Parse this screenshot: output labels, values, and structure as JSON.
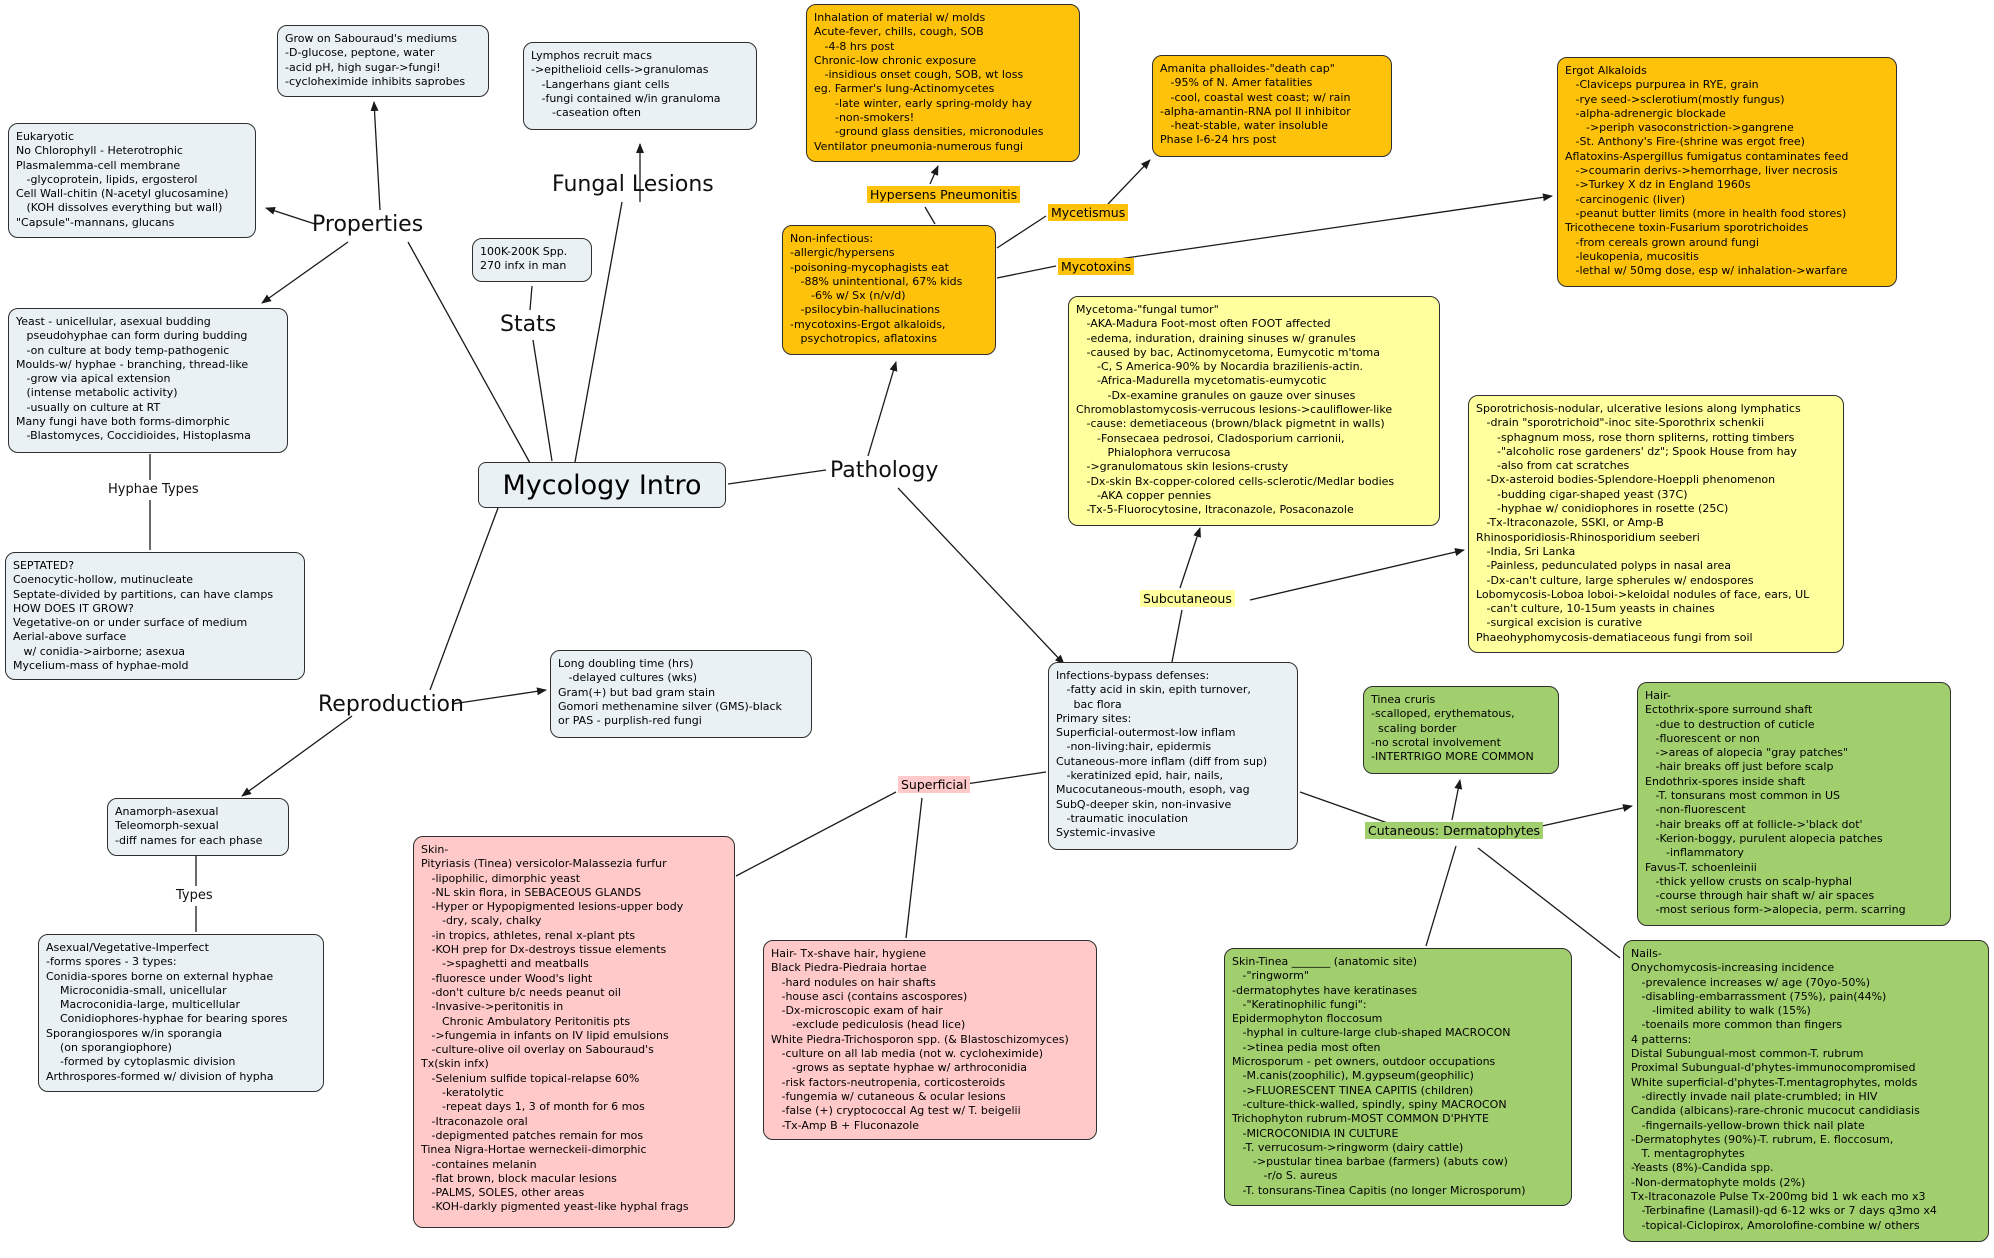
{
  "title": "Mycology Intro",
  "colors": {
    "node_default": "#e9f1f5",
    "toxic_orange": "#ffc20a",
    "subcutaneous_yellow": "#ffff9e",
    "cutaneous_green": "#a2cf6e",
    "superficial_pink": "#ffc9c9",
    "line": "#1a1a1a"
  },
  "labels": {
    "properties": "Properties",
    "fungal_lesions": "Fungal Lesions",
    "stats": "Stats",
    "pathology": "Pathology",
    "reproduction": "Reproduction",
    "hyphae_types": "Hyphae Types",
    "types": "Types",
    "hypersens": "Hypersens Pneumonitis",
    "mycetismus": "Mycetismus",
    "mycotoxins": "Mycotoxins",
    "subcutaneous": "Subcutaneous",
    "superficial": "Superficial",
    "cutaneous": "Cutaneous: Dermatophytes"
  },
  "nodes": {
    "sabourauds": "Grow on Sabouraud's mediums\n-D-glucose, peptone, water\n-acid pH, high sugar->fungi!\n-cycloheximide inhibits saprobes",
    "lymphos": "Lymphos recruit macs\n->epithelioid cells->granulomas\n   -Langerhans giant cells\n   -fungi contained w/in granuloma\n      -caseation often",
    "eukaryotic": "Eukaryotic\nNo Chlorophyll - Heterotrophic\nPlasmalemma-cell membrane\n   -glycoprotein, lipids, ergosterol\nCell Wall-chitin (N-acetyl glucosamine)\n   (KOH dissolves everything but wall)\n\"Capsule\"-mannans, glucans",
    "yeast": "Yeast - unicellular, asexual budding\n   pseudohyphae can form during budding\n   -on culture at body temp-pathogenic\nMoulds-w/ hyphae - branching, thread-like\n   -grow via apical extension\n   (intense metabolic activity)\n   -usually on culture at RT\nMany fungi have both forms-dimorphic\n   -Blastomyces, Coccidioides, Histoplasma",
    "septated": "SEPTATED?\nCoenocytic-hollow, mutinucleate\nSeptate-divided by partitions, can have clamps\nHOW DOES IT GROW?\nVegetative-on or under surface of medium\nAerial-above surface\n   w/ conidia->airborne; asexua\nMycelium-mass of hyphae-mold",
    "stats_box": "100K-200K Spp.\n270 infx in man",
    "inhalation": "Inhalation of material w/ molds\nAcute-fever, chills, cough, SOB\n   -4-8 hrs post\nChronic-low chronic exposure\n   -insidious onset cough, SOB, wt loss\neg. Farmer's lung-Actinomycetes\n      -late winter, early spring-moldy hay\n      -non-smokers!\n      -ground glass densities, micronodules\nVentilator pneumonia-numerous fungi",
    "noninfectious": "Non-infectious:\n-allergic/hypersens\n-poisoning-mycophagists eat\n   -88% unintentional, 67% kids\n      -6% w/ Sx (n/v/d)\n   -psilocybin-hallucinations\n-mycotoxins-Ergot alkaloids,\n   psychotropics, aflatoxins",
    "amanita": "Amanita phalloides-\"death cap\"\n   -95% of N. Amer fatalities\n   -cool, coastal west coast; w/ rain\n-alpha-amantin-RNA pol II inhibitor\n   -heat-stable, water insoluble\nPhase I-6-24 hrs post",
    "ergot": "Ergot Alkaloids\n   -Claviceps purpurea in RYE, grain\n   -rye seed->sclerotium(mostly fungus)\n   -alpha-adrenergic blockade\n      ->periph vasoconstriction->gangrene\n   -St. Anthony's Fire-(shrine was ergot free)\nAflatoxins-Aspergillus fumigatus contaminates feed\n   ->coumarin derivs->hemorrhage, liver necrosis\n   ->Turkey X dz in England 1960s\n   -carcinogenic (liver)\n   -peanut butter limits (more in health food stores)\nTricothecene toxin-Fusarium sporotrichoides\n   -from cereals grown around fungi\n   -leukopenia, mucositis\n   -lethal w/ 50mg dose, esp w/ inhalation->warfare",
    "mycetoma": "Mycetoma-\"fungal tumor\"\n   -AKA-Madura Foot-most often FOOT affected\n   -edema, induration, draining sinuses w/ granules\n   -caused by bac, Actinomycetoma, Eumycotic m'toma\n      -C, S America-90% by Nocardia brazilienis-actin.\n      -Africa-Madurella mycetomatis-eumycotic\n         -Dx-examine granules on gauze over sinuses\nChromoblastomycosis-verrucous lesions->cauliflower-like\n   -cause: demetiaceous (brown/black pigmetnt in walls)\n      -Fonsecaea pedrosoi, Cladosporium carrionii,\n         Phialophora verrucosa\n   ->granulomatous skin lesions-crusty\n   -Dx-skin Bx-copper-colored cells-sclerotic/Medlar bodies\n      -AKA copper pennies\n   -Tx-5-Fluorocytosine, Itraconazole, Posaconazole",
    "sporotrichosis": "Sporotrichosis-nodular, ulcerative lesions along lymphatics\n   -drain \"sporotrichoid\"-inoc site-Sporothrix schenkii\n      -sphagnum moss, rose thorn spliterns, rotting timbers\n      -\"alcoholic rose gardeners' dz\"; Spook House from hay\n      -also from cat scratches\n   -Dx-asteroid bodies-Splendore-Hoeppli phenomenon\n      -budding cigar-shaped yeast (37C)\n      -hyphae w/ conidiophores in rosette (25C)\n   -Tx-Itraconazole, SSKI, or Amp-B\nRhinosporidiosis-Rhinosporidium seeberi\n   -India, Sri Lanka\n   -Painless, pedunculated polyps in nasal area\n   -Dx-can't culture, large spherules w/ endospores\nLobomycosis-Loboa loboi->keloidal nodules of face, ears, UL\n   -can't culture, 10-15um yeasts in chaines\n   -surgical excision is curative\nPhaeohyphomycosis-dematiaceous fungi from soil",
    "doubling": "Long doubling time (hrs)\n   -delayed cultures (wks)\nGram(+) but bad gram stain\nGomori methenamine silver (GMS)-black\nor PAS - purplish-red fungi",
    "infections": "Infections-bypass defenses:\n   -fatty acid in skin, epith turnover,\n     bac flora\nPrimary sites:\nSuperficial-outermost-low inflam\n   -non-living:hair, epidermis\nCutaneous-more inflam (diff from sup)\n   -keratinized epid, hair, nails,\nMucocutaneous-mouth, esoph, vag\nSubQ-deeper skin, non-invasive\n   -traumatic inoculation\nSystemic-invasive",
    "anamorph": "Anamorph-asexual\nTeleomorph-sexual\n-diff names for each phase",
    "asexual": "Asexual/Vegetative-Imperfect\n-forms spores - 3 types:\nConidia-spores borne on external hyphae\n    Microconidia-small, unicellular\n    Macroconidia-large, multicellular\n    Conidiophores-hyphae for bearing spores\nSporangiospores w/in sporangia\n    (on sporangiophore)\n    -formed by cytoplasmic division\nArthrospores-formed w/ division of hypha",
    "skin": "Skin-\nPityriasis (Tinea) versicolor-Malassezia furfur\n   -lipophilic, dimorphic yeast\n   -NL skin flora, in SEBACEOUS GLANDS\n   -Hyper or Hypopigmented lesions-upper body\n      -dry, scaly, chalky\n   -in tropics, athletes, renal x-plant pts\n   -KOH prep for Dx-destroys tissue elements\n      ->spaghetti and meatballs\n   -fluoresce under Wood's light\n   -don't culture b/c needs peanut oil\n   -Invasive->peritonitis in\n      Chronic Ambulatory Peritonitis pts\n   ->fungemia in infants on IV lipid emulsions\n   -culture-olive oil overlay on Sabouraud's\nTx(skin infx)\n   -Selenium sulfide topical-relapse 60%\n      -keratolytic\n      -repeat days 1, 3 of month for 6 mos\n   -Itraconazole oral\n   -depigmented patches remain for mos\nTinea Nigra-Hortae werneckeii-dimorphic\n   -containes melanin\n   -flat brown, block macular lesions\n   -PALMS, SOLES, other areas\n   -KOH-darkly pigmented yeast-like hyphal frags",
    "hair": "Hair- Tx-shave hair, hygiene\nBlack Piedra-Piedraia hortae\n   -hard nodules on hair shafts\n   -house asci (contains ascospores)\n   -Dx-microscopic exam of hair\n      -exclude pediculosis (head lice)\nWhite Piedra-Trichosporon spp. (& Blastoschizomyces)\n   -culture on all lab media (not w. cycloheximide)\n      -grows as septate hyphae w/ arthroconidia\n   -risk factors-neutropenia, corticosteroids\n   -fungemia w/ cutaneous & ocular lesions\n   -false (+) cryptococcal Ag test w/ T. beigelii\n   -Tx-Amp B + Fluconazole",
    "tinea_cruris": "Tinea cruris\n-scalloped, erythematous,\n  scaling border\n-no scrotal involvement\n-INTERTRIGO MORE COMMON",
    "ectothrix": "Hair-\nEctothrix-spore surround shaft\n   -due to destruction of cuticle\n   -fluorescent or non\n   ->areas of alopecia \"gray patches\"\n   -hair breaks off just before scalp\nEndothrix-spores inside shaft\n   -T. tonsurans most common in US\n   -non-fluorescent\n   -hair breaks off at follicle->'black dot'\n   -Kerion-boggy, purulent alopecia patches\n      -inflammatory\nFavus-T. schoenleinii\n   -thick yellow crusts on scalp-hyphal\n   -course through hair shaft w/ air spaces\n   -most serious form->alopecia, perm. scarring",
    "skin_tinea": "Skin-Tinea _______ (anatomic site)\n   -\"ringworm\"\n-dermatophytes have keratinases\n   -\"Keratinophilic fungi\":\nEpidermophyton floccosum\n   -hyphal in culture-large club-shaped MACROCON\n   ->tinea pedia most often\nMicrosporum - pet owners, outdoor occupations\n   -M.canis(zoophilic), M.gypseum(geophilic)\n   ->FLUORESCENT TINEA CAPITIS (children)\n   -culture-thick-walled, spindly, spiny MACROCON\nTrichophyton rubrum-MOST COMMON D'PHYTE\n   -MICROCONIDIA IN CULTURE\n   -T. verrucosum->ringworm (dairy cattle)\n      ->pustular tinea barbae (farmers) (abuts cow)\n         -r/o S. aureus\n   -T. tonsurans-Tinea Capitis (no longer Microsporum)",
    "nails": "Nails-\nOnychomycosis-increasing incidence\n   -prevalence increases w/ age (70yo-50%)\n   -disabling-embarrassment (75%), pain(44%)\n      -limited ability to walk (15%)\n   -toenails more common than fingers\n4 patterns:\nDistal Subungual-most common-T. rubrum\nProximal Subungual-d'phytes-immunocompromised\nWhite superficial-d'phytes-T.mentagrophytes, molds\n   -directly invade nail plate-crumbled; in HIV\nCandida (albicans)-rare-chronic mucocut candidiasis\n   -fingernails-yellow-brown thick nail plate\n-Dermatophytes (90%)-T. rubrum, E. floccosum,\n   T. mentagrophytes\n-Yeasts (8%)-Candida spp.\n-Non-dermatophyte molds (2%)\nTx-Itraconazole Pulse Tx-200mg bid 1 wk each mo x3\n   -Terbinafine (Lamasil)-qd 6-12 wks or 7 days q3mo x4\n   -topical-Ciclopirox, Amorolofine-combine w/ others"
  }
}
